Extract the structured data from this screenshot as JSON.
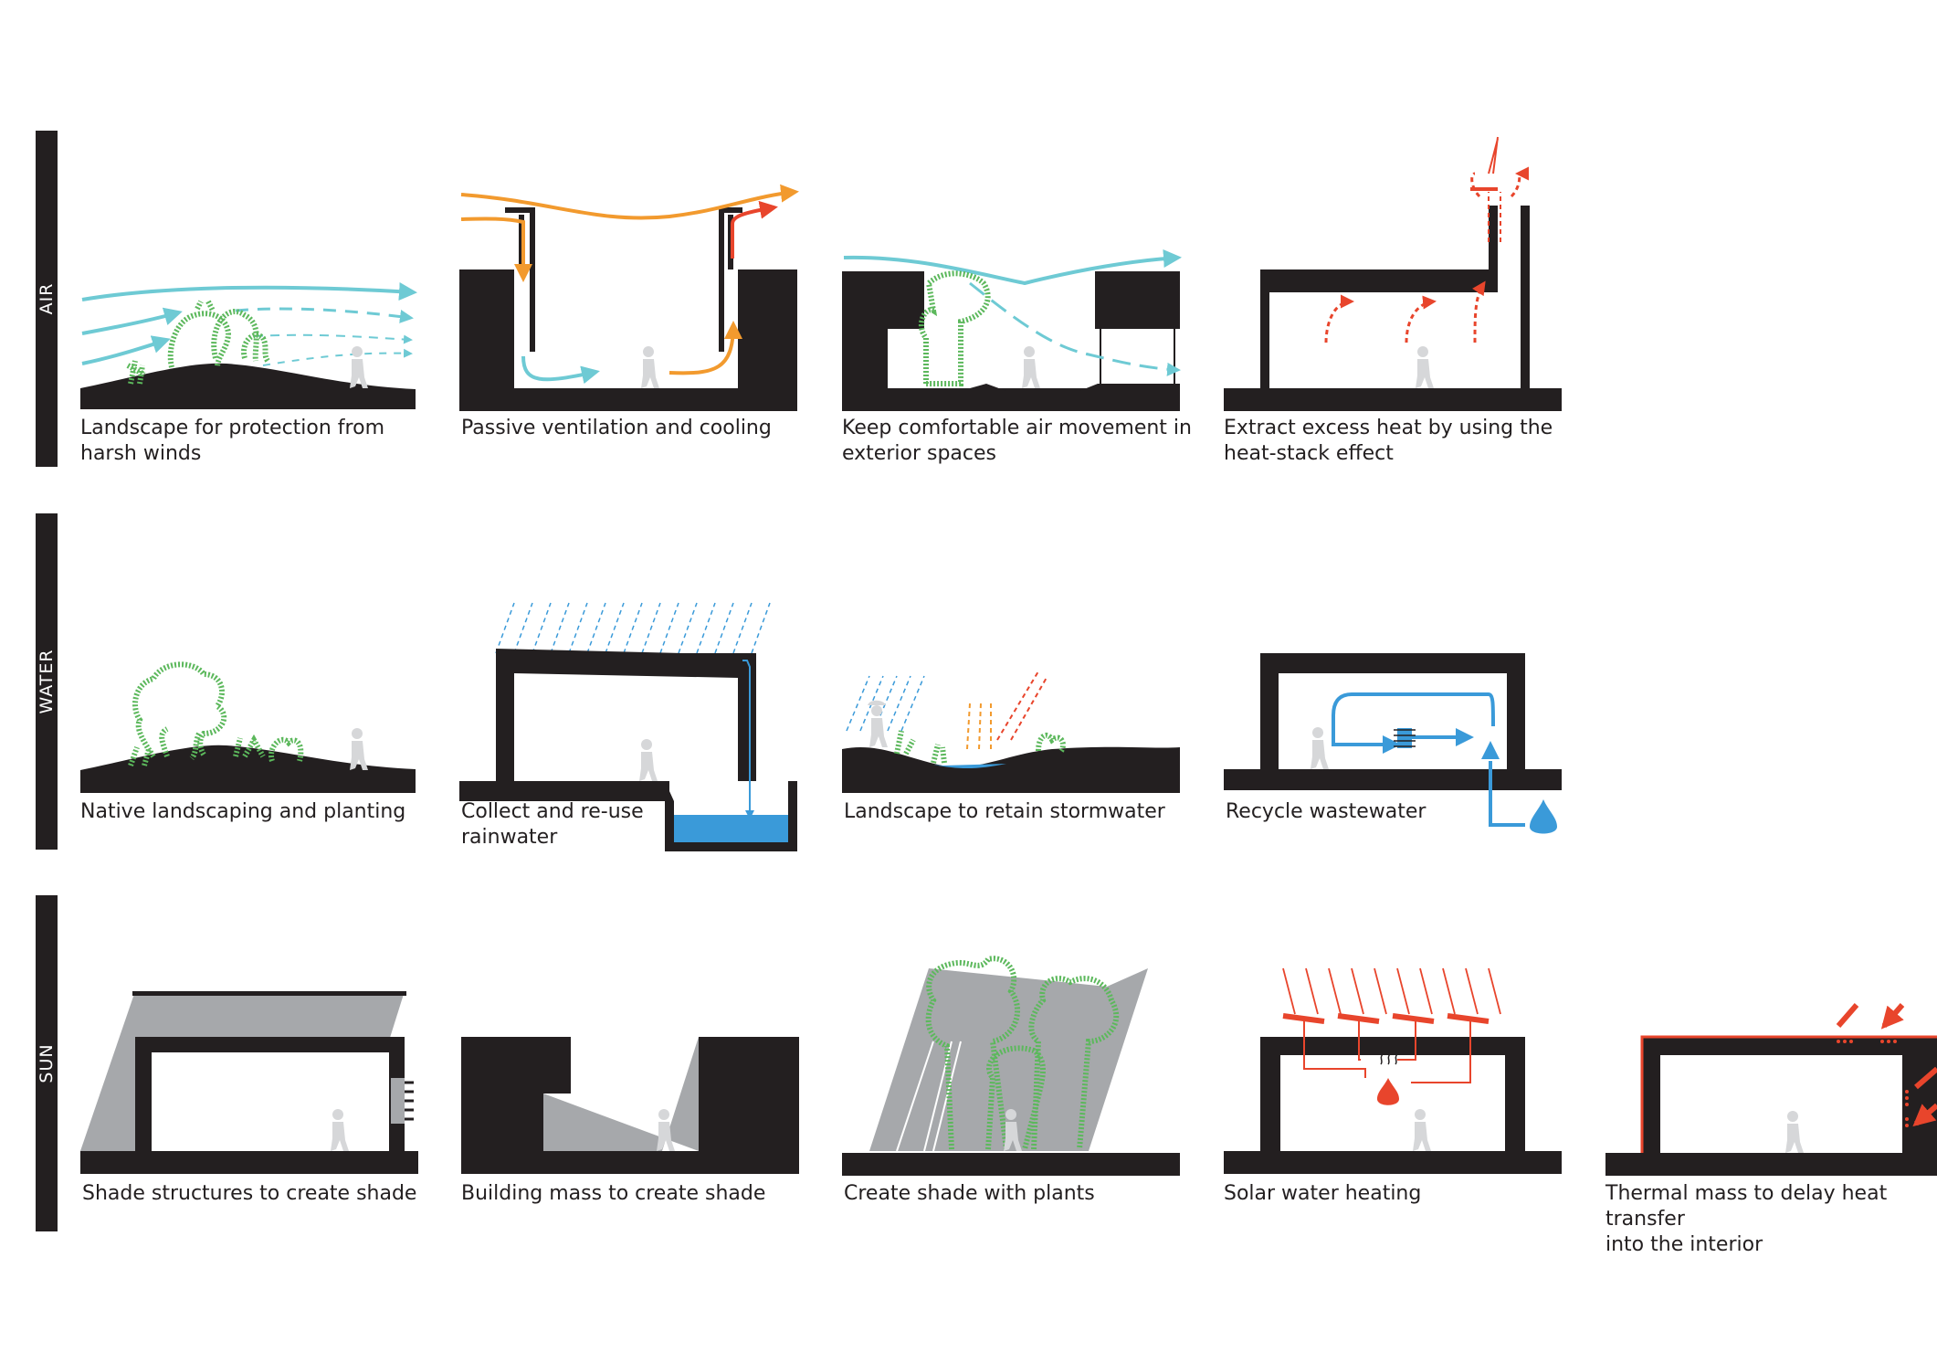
{
  "rows": [
    {
      "label": "AIR"
    },
    {
      "label": "WATER"
    },
    {
      "label": "SUN"
    }
  ],
  "captions": {
    "air": [
      "Landscape for protection from\nharsh winds",
      "Passive ventilation and cooling",
      "Keep comfortable air movement in\nexterior spaces",
      "Extract excess heat by using the\nheat-stack effect"
    ],
    "water": [
      "Native landscaping and planting",
      "Collect and re-use\nrainwater",
      "Landscape to retain stormwater",
      "Recycle wastewater"
    ],
    "sun": [
      "Shade structures to create shade",
      "Building mass to create shade",
      "Create shade with plants",
      "Solar water heating",
      "Thermal mass to delay heat transfer\ninto the interior"
    ]
  },
  "colors": {
    "structure": "#231f20",
    "wind": "#6ecad4",
    "warm_air": "#f29a2e",
    "hot_air": "#e8452c",
    "water": "#3a9ad9",
    "plant": "#5cb85c",
    "shade": "#a6a8ab",
    "person": "#d6d7d9"
  },
  "icons": [
    "person-icon",
    "tree-icon",
    "shrub-icon",
    "wind-arrow-icon",
    "rain-icon",
    "sun-ray-icon",
    "water-drop-icon",
    "filter-icon"
  ]
}
